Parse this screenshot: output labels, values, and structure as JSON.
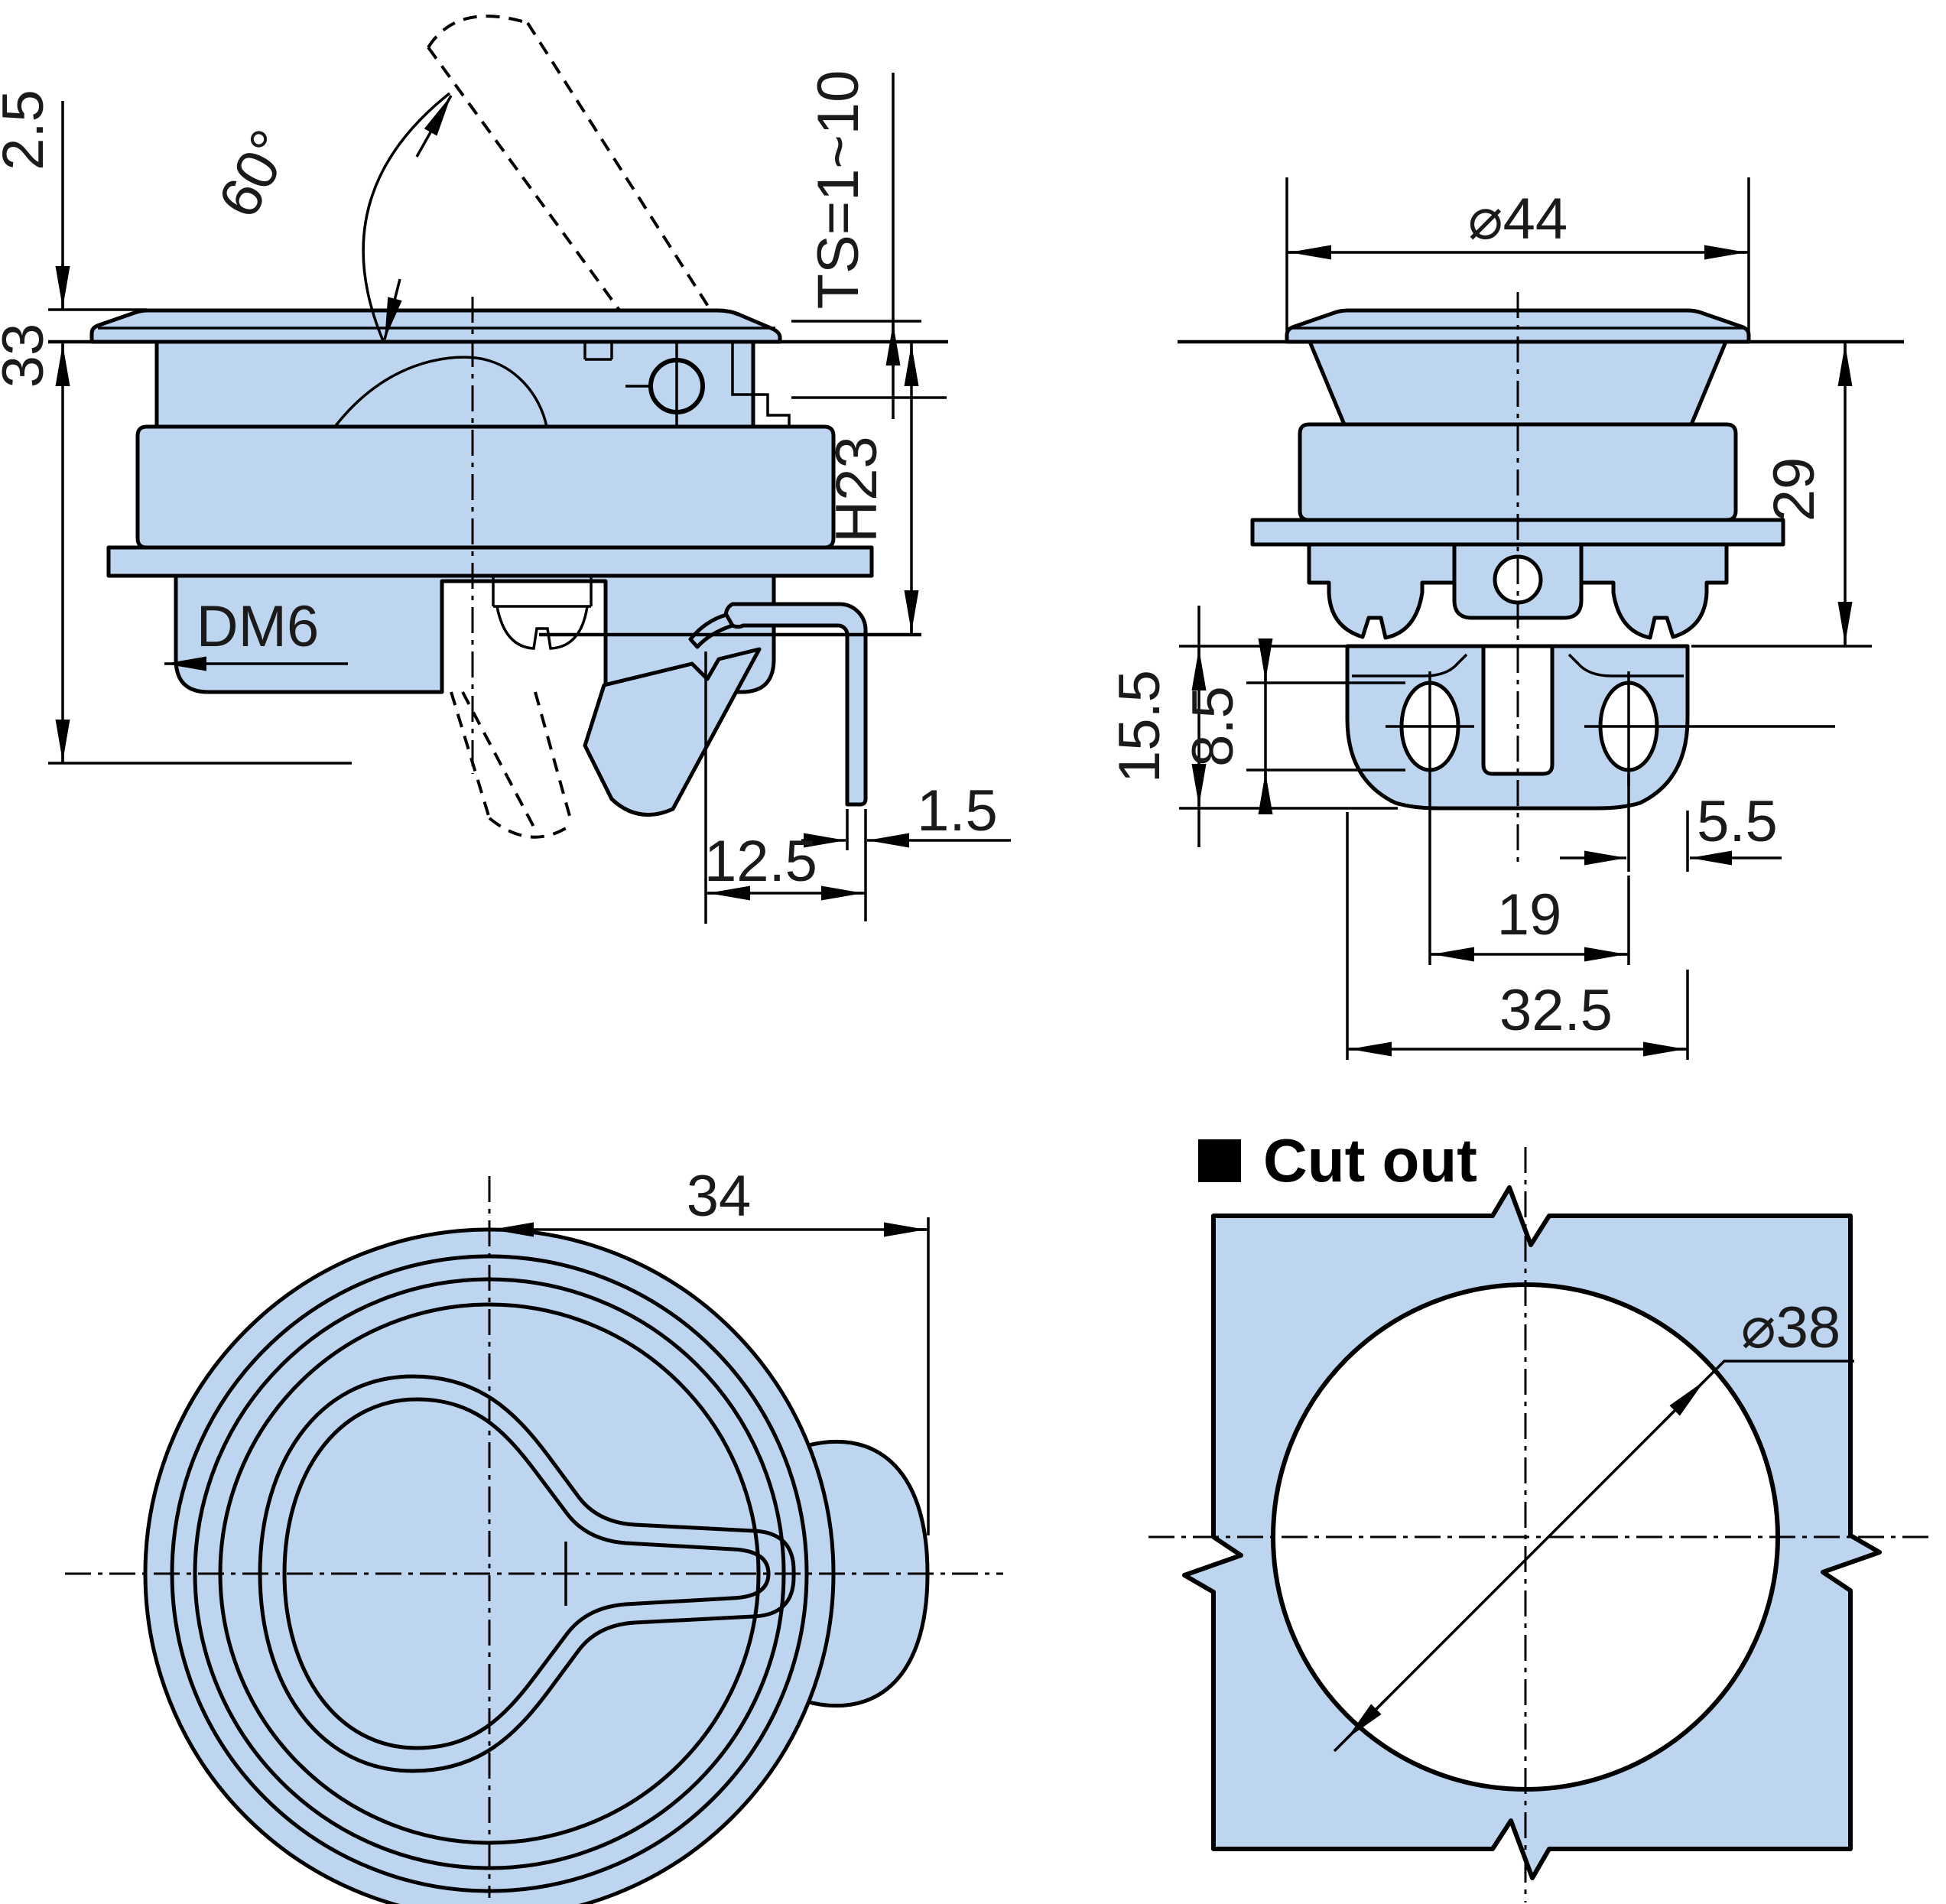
{
  "drawing": {
    "kind": "flush pull latch catalog technical drawing",
    "colors": {
      "part_fill": "#bdd5ee",
      "line": "#000000",
      "dim_text": "#1a1a1a",
      "background": "#ffffff"
    },
    "side_view": {
      "dim_cap_height": "2.5",
      "dim_total_height": "33",
      "dim_handle_angle": "60°",
      "dim_panel_thickness": "TS=1~10",
      "dim_grip_height": "H23",
      "label_cam_direction": "DM6",
      "dim_bracket_thickness": "1.5",
      "dim_bracket_offset": "12.5"
    },
    "front_view": {
      "dim_flange_diameter": "⌀44",
      "dim_body_height": "29",
      "dim_plate_height": "15.5",
      "dim_slot_height": "8.5",
      "dim_slot_edge_offset": "5.5",
      "dim_slot_spacing": "19",
      "dim_plate_width": "32.5"
    },
    "plan_view": {
      "dim_center_to_cam": "34"
    },
    "cutout_view": {
      "label": "Cut out",
      "dim_hole_diameter": "⌀38"
    }
  }
}
